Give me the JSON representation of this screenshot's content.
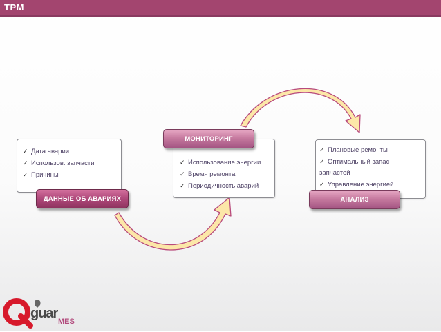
{
  "header": {
    "title": "TPM"
  },
  "boxes": {
    "data": {
      "label": "ДАННЫЕ ОБ АВАРИЯХ",
      "items": [
        "Дата аварии",
        "Использов. запчасти",
        "Причины"
      ]
    },
    "monitoring": {
      "label": "МОНИТОРИНГ",
      "items": [
        "Использование энергии",
        "Время ремонта",
        "Периодичность аварий"
      ]
    },
    "analysis": {
      "label": "АНАЛИЗ",
      "items": [
        "Плановые ремонты",
        "Оптимальный запас",
        "запчастей",
        "Управление энергией"
      ]
    }
  },
  "logo": {
    "brand": "QGUAR",
    "product": "MES"
  },
  "colors": {
    "header": "#a3456f",
    "label": "#b24b7d",
    "arrow_fill": "#fce7a8",
    "arrow_stroke": "#b84a7c",
    "logo_red": "#d7192b"
  }
}
